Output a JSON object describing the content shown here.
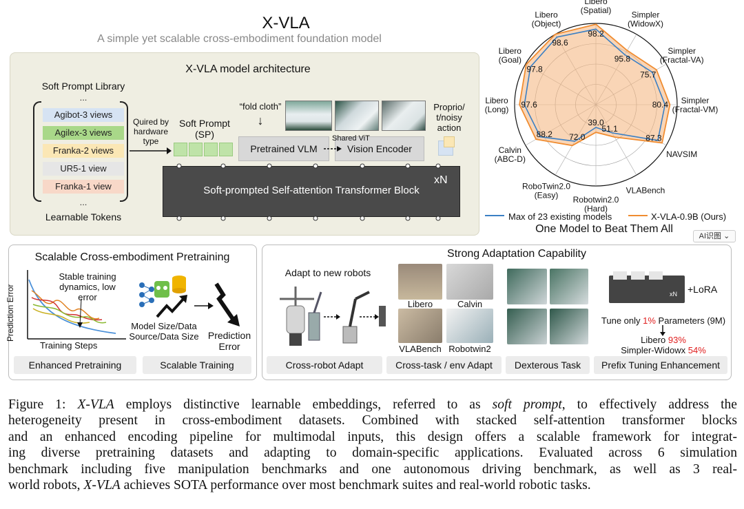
{
  "header": {
    "title": "X-VLA",
    "subtitle": "A simple yet scalable cross-embodiment foundation model"
  },
  "architecture": {
    "title": "X-VLA model architecture",
    "library_title": "Soft Prompt Library",
    "library_items": [
      {
        "label": "Agibot-3 views",
        "color": "#d6e3f3"
      },
      {
        "label": "Agilex-3 views",
        "color": "#a9d889"
      },
      {
        "label": "Franka-2 views",
        "color": "#fbe7b5"
      },
      {
        "label": "UR5-1 view",
        "color": "#e6e6e6"
      },
      {
        "label": "Franka-1 view",
        "color": "#f8d8c8"
      }
    ],
    "ellipsis": "...",
    "learnable_tokens": "Learnable Tokens",
    "quired_by": [
      "Quired by",
      "hardware",
      "type"
    ],
    "soft_prompt": [
      "Soft Prompt",
      "(SP)"
    ],
    "fold_cloth": "“fold cloth”",
    "arrow_down": "↓",
    "vlm": "Pretrained VLM",
    "shared_vit": "Shared ViT",
    "vision_encoder": "Vision Encoder",
    "proprio": [
      "Proprio/",
      "t/noisy",
      "action"
    ],
    "transformer_block": "Soft-prompted Self-attention Transformer Block",
    "repeat": "xN"
  },
  "radar": {
    "title": "One Model to Beat Them All",
    "axes": [
      {
        "name": [
          "Libero",
          "(Spatial)"
        ],
        "max23": 0.93,
        "ours": 98.2
      },
      {
        "name": [
          "Simpler",
          "(WidowX)"
        ],
        "max23": 0.71,
        "ours": 95.8
      },
      {
        "name": [
          "Simpler",
          "(Fractal-VA)"
        ],
        "max23": 0.8,
        "ours": 75.7
      },
      {
        "name": [
          "Simpler",
          "(Fractal-VM)"
        ],
        "max23": 0.85,
        "ours": 80.4
      },
      {
        "name": [
          "NAVSIM"
        ],
        "max23": 0.88,
        "ours": 87.3
      },
      {
        "name": [
          "VLABench"
        ],
        "max23": 0.4,
        "ours": 51.1
      },
      {
        "name": [
          "Robotwin2.0",
          "(Hard)"
        ],
        "max23": 0.28,
        "ours": 39.0
      },
      {
        "name": [
          "RoboTwin2.0",
          "(Easy)"
        ],
        "max23": 0.52,
        "ours": 72.0
      },
      {
        "name": [
          "Calvin",
          "(ABC-D)"
        ],
        "max23": 0.79,
        "ours": 88.2
      },
      {
        "name": [
          "Libero",
          "(Long)"
        ],
        "max23": 0.88,
        "ours": 97.6
      },
      {
        "name": [
          "Libero",
          "(Goal)"
        ],
        "max23": 0.93,
        "ours": 97.8
      },
      {
        "name": [
          "Libero",
          "(Object)"
        ],
        "max23": 0.96,
        "ours": 98.6
      }
    ],
    "legend": [
      {
        "name": "Max of 23 existing models",
        "color": "#3a7fc4"
      },
      {
        "name": "X-VLA-0.9B (Ours)",
        "color": "#f08c30"
      }
    ],
    "ai_button": "AI识图",
    "ai_caret": "⌄"
  },
  "pretraining": {
    "title": "Scalable Cross-embodiment Pretraining",
    "y_axis": "Prediction Error",
    "x_axis": "Training Steps",
    "annotation": [
      "Stable training",
      "dynamics, low",
      "error"
    ],
    "model_size": [
      "Model Size/Data",
      "Source/Data Size"
    ],
    "prediction": [
      "Prediction",
      "Error"
    ],
    "caption_left": "Enhanced Pretraining",
    "caption_right": "Scalable Training"
  },
  "adaptation": {
    "title": "Strong Adaptation Capability",
    "adapt_robots": "Adapt to new robots",
    "benchmarks": [
      "Libero",
      "Calvin",
      "VLABench",
      "Robotwin2"
    ],
    "lora": "+LoRA",
    "xN": "xN",
    "tune_pre": "Tune only ",
    "tune_pct": "1%",
    "tune_post": " Parameters (9M)",
    "libero_label": "Libero ",
    "libero_pct": "93%",
    "simpler_label": "Simpler-Widowx ",
    "simpler_pct": "54%",
    "captions": [
      "Cross-robot Adapt",
      "Cross-task / env Adapt",
      "Dexterous Task",
      "Prefix Tuning Enhancement"
    ]
  },
  "caption": {
    "lines": [
      [
        "Figure 1: ",
        "X-VLA",
        " employs distinctive learnable embeddings, referred to as ",
        "soft prompt",
        ", to effectively address the"
      ],
      [
        "heterogeneity present in cross-embodiment datasets. Combined with stacked self-attention transformer blocks"
      ],
      [
        "and an enhanced encoding pipeline for multimodal inputs, this design offers a scalable framework for integrat-"
      ],
      [
        "ing diverse pretraining datasets and adapting to domain-specific applications. Evaluated across 6 simulation"
      ],
      [
        "benchmark including five manipulation benchmarks and one autonomous driving benchmark, as well as 3 real-"
      ],
      [
        "world robots, ",
        "X-VLA",
        " achieves SOTA performance over most benchmark suites and real-world robotic tasks."
      ]
    ]
  }
}
